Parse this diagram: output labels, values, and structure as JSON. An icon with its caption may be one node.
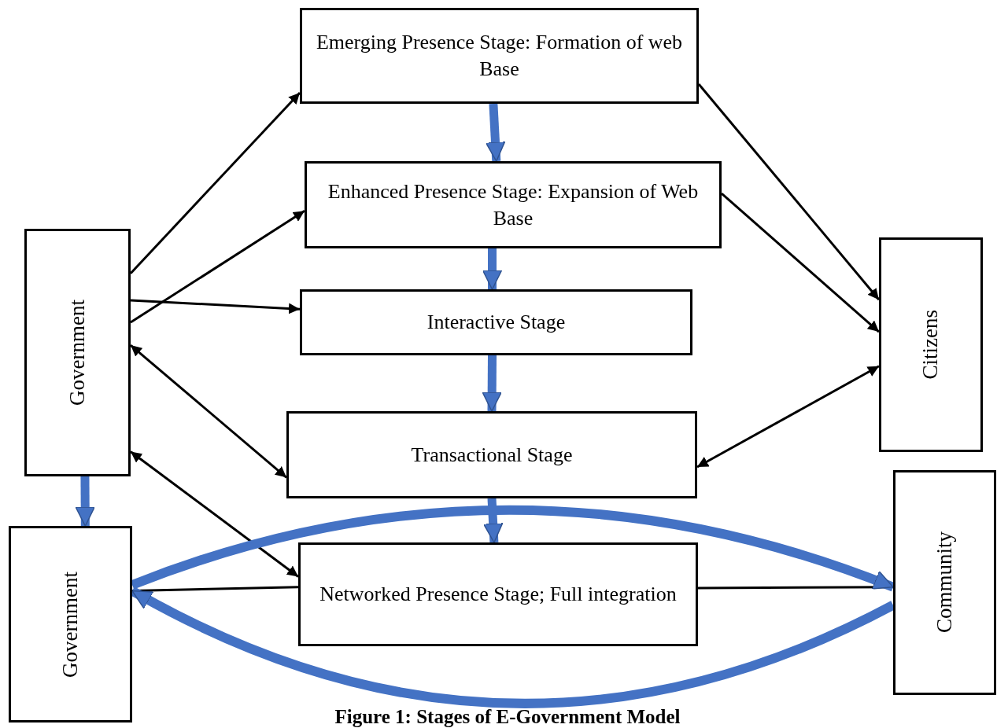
{
  "diagram": {
    "caption": "Figure 1: Stages of E-Government Model",
    "nodes": [
      {
        "text": [
          "Emerging Presence Stage: Formation of web Base"
        ]
      },
      {
        "text": [
          "Enhanced Presence Stage: Expansion of Web Base"
        ]
      },
      {
        "text": [
          "Interactive Stage"
        ]
      },
      {
        "text": [
          "Transactional Stage"
        ]
      },
      {
        "text": [
          "Networked Presence Stage; Full integration"
        ]
      },
      {
        "text": [
          "Government"
        ]
      },
      {
        "text": [
          "Citizens"
        ]
      },
      {
        "text": [
          "Government"
        ]
      },
      {
        "text": [
          "Community"
        ]
      }
    ],
    "edges": [
      {
        "from": 0,
        "to": 1,
        "arrow": "to",
        "style": "thick",
        "color": "#4472c4"
      },
      {
        "from": 1,
        "to": 2,
        "arrow": "to",
        "style": "thick",
        "color": "#4472c4"
      },
      {
        "from": 2,
        "to": 3,
        "arrow": "to",
        "style": "thick",
        "color": "#4472c4"
      },
      {
        "from": 3,
        "to": 4,
        "arrow": "to",
        "style": "thick",
        "color": "#4472c4"
      },
      {
        "from": 5,
        "to": 7,
        "arrow": "to",
        "style": "thick",
        "color": "#4472c4"
      },
      {
        "from": 5,
        "to": 0,
        "arrow": "to"
      },
      {
        "from": 5,
        "to": 1,
        "arrow": "to"
      },
      {
        "from": 5,
        "to": 2,
        "arrow": "to"
      },
      {
        "from": 5,
        "to": 3,
        "arrow": "both"
      },
      {
        "from": 5,
        "to": 4,
        "arrow": "both"
      },
      {
        "from": 0,
        "to": 6,
        "arrow": "to"
      },
      {
        "from": 1,
        "to": 6,
        "arrow": "to"
      },
      {
        "from": 3,
        "to": 6,
        "arrow": "both"
      },
      {
        "from": 7,
        "to": 4,
        "arrow": "none"
      },
      {
        "from": 4,
        "to": 8,
        "arrow": "none"
      },
      {
        "from": 7,
        "to": 8,
        "arrow": "to",
        "style": "thick",
        "color": "#4472c4"
      },
      {
        "from": 8,
        "to": 7,
        "arrow": "to",
        "style": "thick",
        "color": "#4472c4"
      }
    ]
  }
}
